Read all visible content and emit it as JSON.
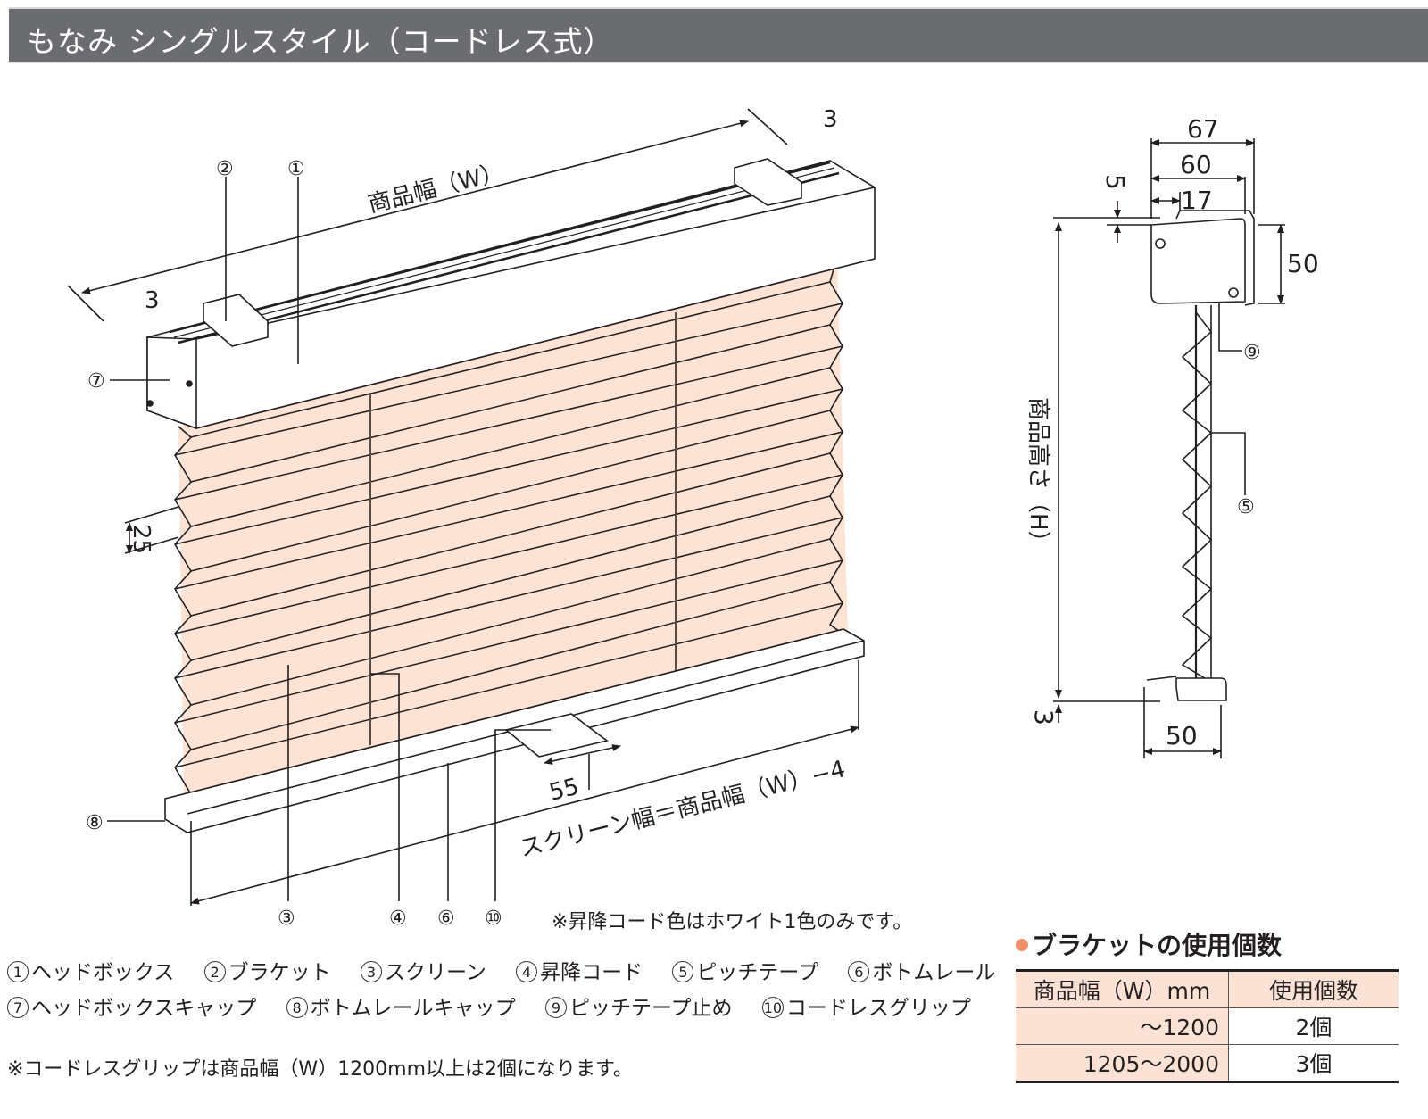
{
  "header": {
    "title": "もなみ シングルスタイル（コードレス式）",
    "background_color": "#6b6c70"
  },
  "front_view": {
    "width_label": "商品幅（W）",
    "left_margin_dim": "3",
    "right_margin_dim": "3",
    "pleat_dim": "25",
    "grip_dim": "55",
    "screen_width_label": "スクリーン幅＝商品幅（W）−4",
    "cord_note": "※昇降コード色はホワイト1色のみです。",
    "callouts": [
      "①",
      "②",
      "③",
      "④",
      "⑥",
      "⑦",
      "⑧",
      "⑩"
    ],
    "screen_color": "#fce3d3"
  },
  "side_view": {
    "dim_67": "67",
    "dim_60": "60",
    "dim_17": "17",
    "dim_5": "5",
    "dim_50_head": "50",
    "dim_50_bottom": "50",
    "dim_3": "3",
    "height_label": "商品高さ（H）",
    "callouts": [
      "⑤",
      "⑨"
    ]
  },
  "legend": {
    "row1": [
      {
        "num": "1",
        "label": "ヘッドボックス"
      },
      {
        "num": "2",
        "label": "ブラケット"
      },
      {
        "num": "3",
        "label": "スクリーン"
      },
      {
        "num": "4",
        "label": "昇降コード"
      },
      {
        "num": "5",
        "label": "ピッチテープ"
      },
      {
        "num": "6",
        "label": "ボトムレール"
      }
    ],
    "row2": [
      {
        "num": "7",
        "label": "ヘッドボックスキャップ"
      },
      {
        "num": "8",
        "label": "ボトムレールキャップ"
      },
      {
        "num": "9",
        "label": "ピッチテープ止め"
      },
      {
        "num": "10",
        "label": "コードレスグリップ"
      }
    ],
    "note": "※コードレスグリップは商品幅（W）1200mm以上は2個になります。"
  },
  "bracket_table": {
    "heading": "ブラケットの使用個数",
    "bullet_color": "#f0906a",
    "headers": [
      "商品幅（W）mm",
      "使用個数"
    ],
    "rows": [
      [
        "〜1200",
        "2個"
      ],
      [
        "1205〜2000",
        "3個"
      ]
    ],
    "header_bg": "#fbe2d5"
  }
}
